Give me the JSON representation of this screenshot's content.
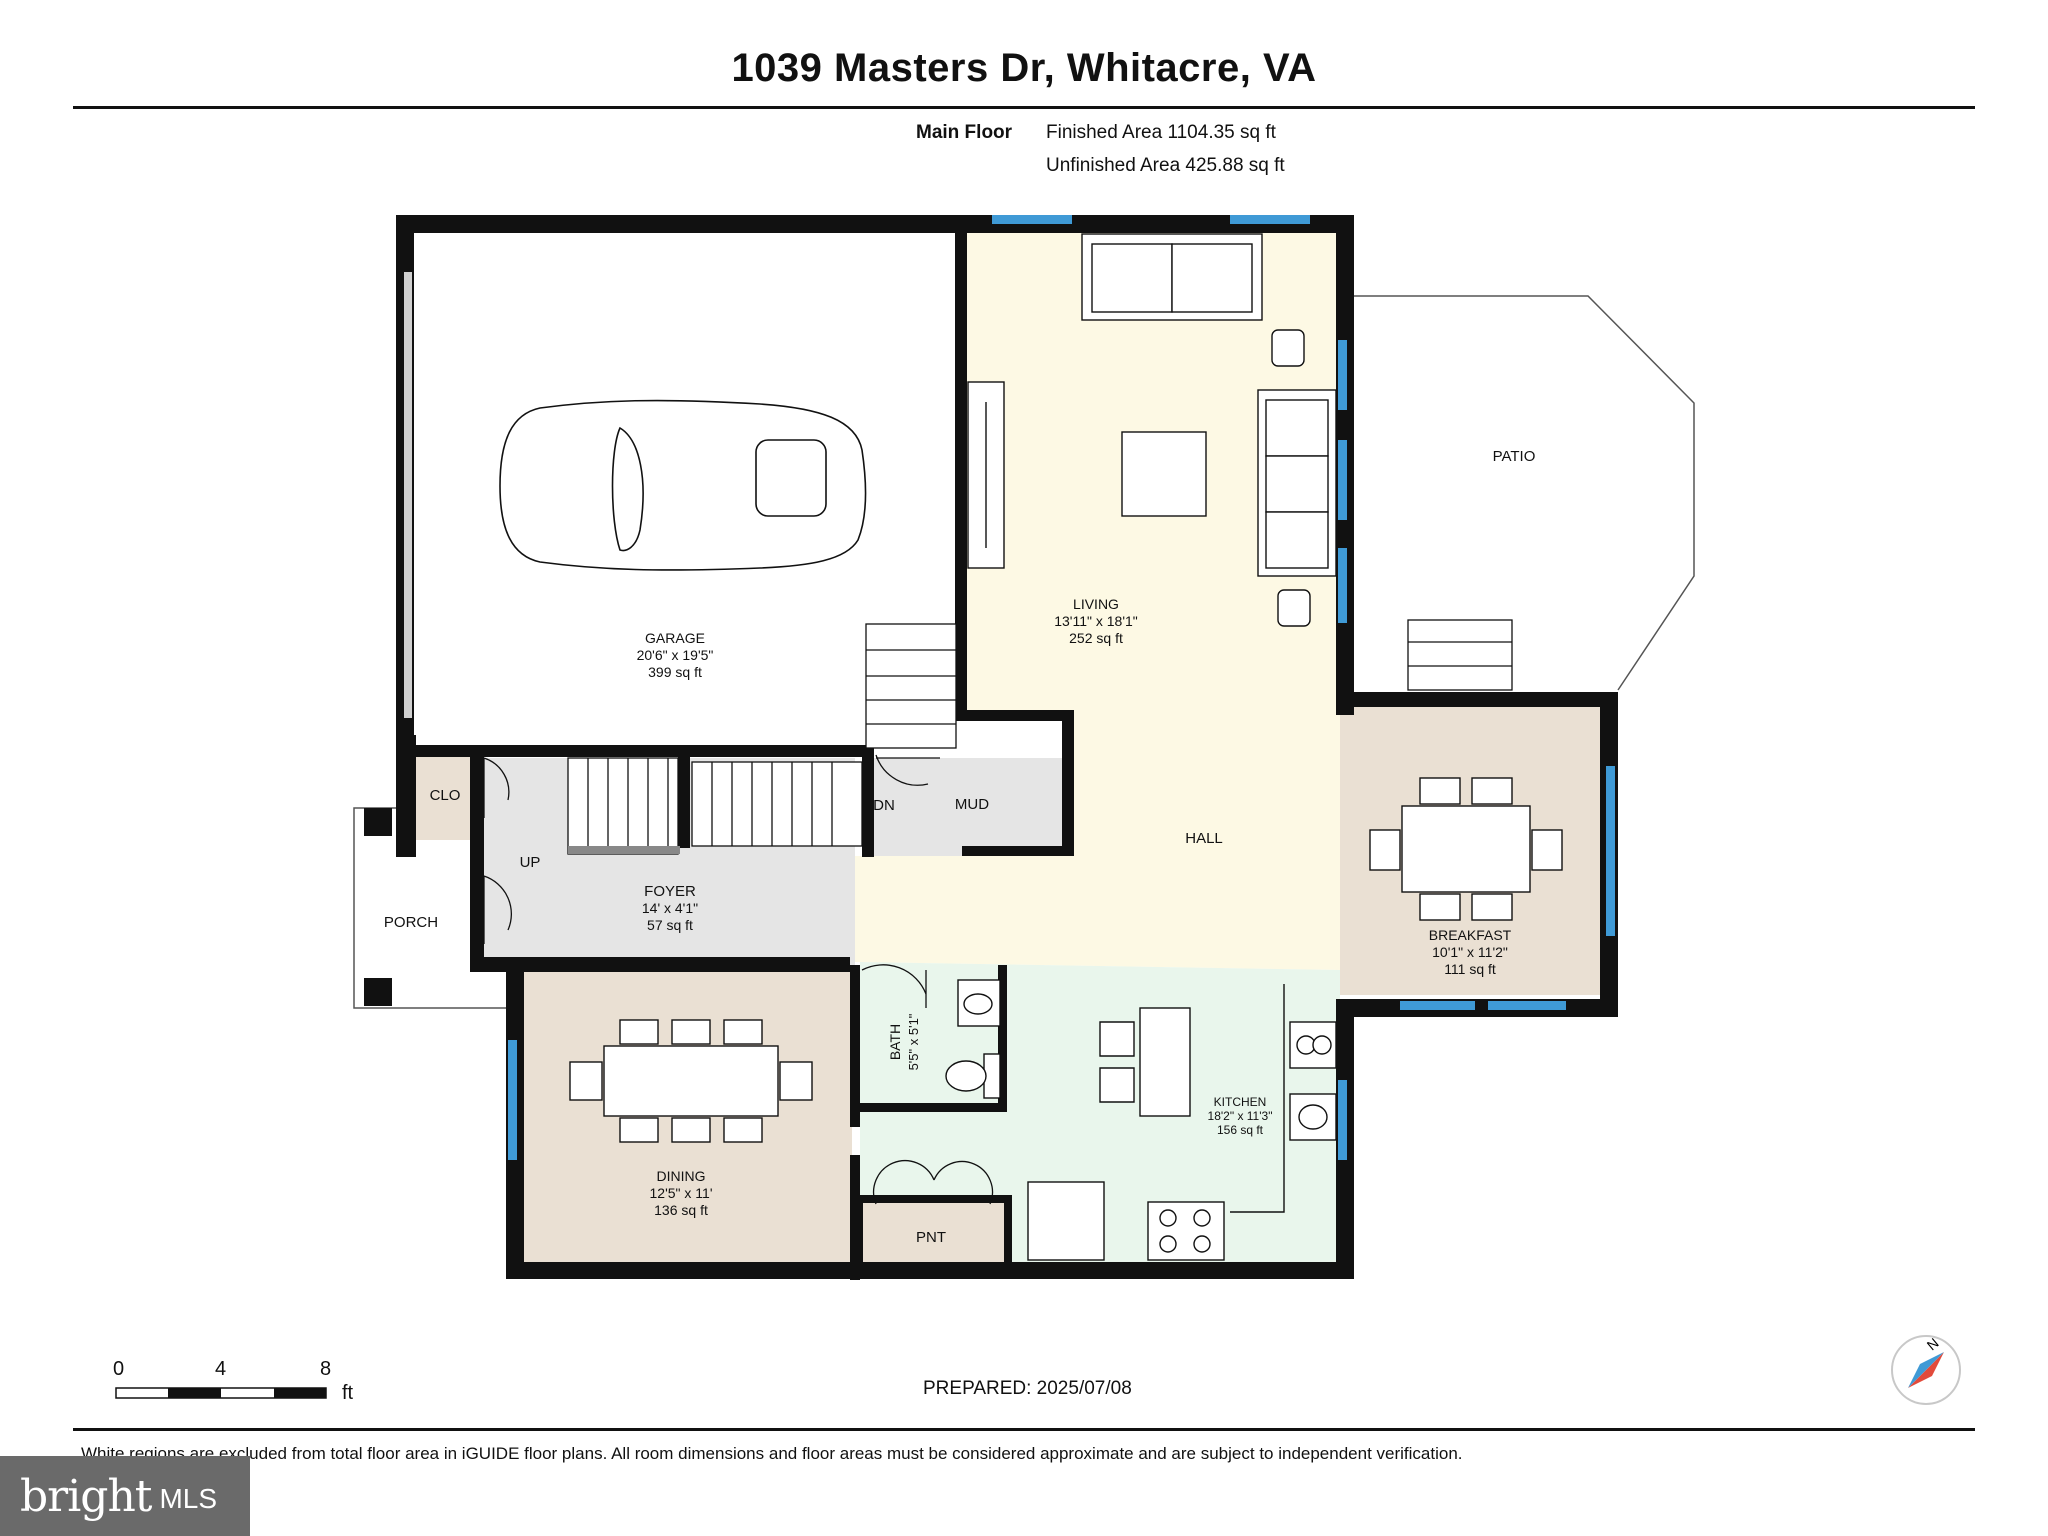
{
  "title": "1039 Masters Dr, Whitacre, VA",
  "header": {
    "floor_label": "Main Floor",
    "finished": "Finished Area 1104.35 sq ft",
    "unfinished": "Unfinished Area 425.88 sq ft"
  },
  "rooms": {
    "garage": {
      "name": "GARAGE",
      "dims": "20'6\" x 19'5\"",
      "area": "399 sq ft"
    },
    "living": {
      "name": "LIVING",
      "dims": "13'11\" x 18'1\"",
      "area": "252 sq ft"
    },
    "patio": {
      "name": "PATIO"
    },
    "clo": {
      "name": "CLO"
    },
    "mud": {
      "name": "MUD"
    },
    "up": {
      "name": "UP"
    },
    "dn": {
      "name": "DN"
    },
    "hall": {
      "name": "HALL"
    },
    "foyer": {
      "name": "FOYER",
      "dims": "14' x 4'1\"",
      "area": "57 sq ft"
    },
    "porch": {
      "name": "PORCH"
    },
    "breakfast": {
      "name": "BREAKFAST",
      "dims": "10'1\" x 11'2\"",
      "area": "111 sq ft"
    },
    "dining": {
      "name": "DINING",
      "dims": "12'5\" x 11'",
      "area": "136 sq ft"
    },
    "bath": {
      "name": "BATH",
      "dims": "5'5\" x 5'1\""
    },
    "kitchen": {
      "name": "KITCHEN",
      "dims": "18'2\" x 11'3\"",
      "area": "156 sq ft"
    },
    "pnt": {
      "name": "PNT"
    }
  },
  "scale": {
    "labels": [
      "0",
      "4",
      "8"
    ],
    "unit": "ft"
  },
  "prepared": "PREPARED: 2025/07/08",
  "disclaimer": "White regions are excluded from total floor area in iGUIDE floor plans. All room dimensions and floor areas must be considered approximate and are subject to independent verification.",
  "compass_label": "N",
  "brand": {
    "word": "bright",
    "suffix": "MLS"
  },
  "colors": {
    "living": "#fdf9e4",
    "foyer": "#e5e5e5",
    "dining": "#eae0d3",
    "bath": "#c6e2f9",
    "kitchen": "#e9f6ec",
    "window": "#3f9ad6",
    "wall": "#111111"
  }
}
